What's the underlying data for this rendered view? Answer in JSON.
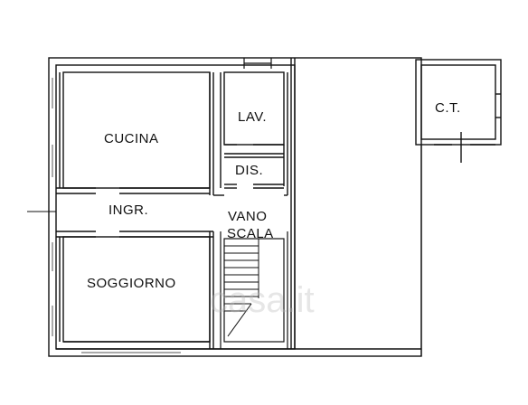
{
  "rooms": {
    "cucina": "CUCINA",
    "lav": "LAV.",
    "dis": "DIS.",
    "ingr": "INGR.",
    "vano_line1": "VANO",
    "vano_line2": "SCALA",
    "soggiorno": "SOGGIORNO",
    "ct": "C.T."
  },
  "watermark": {
    "text": "casa.it"
  },
  "colors": {
    "wall": "#111111",
    "background": "#ffffff",
    "window": "#555555"
  }
}
